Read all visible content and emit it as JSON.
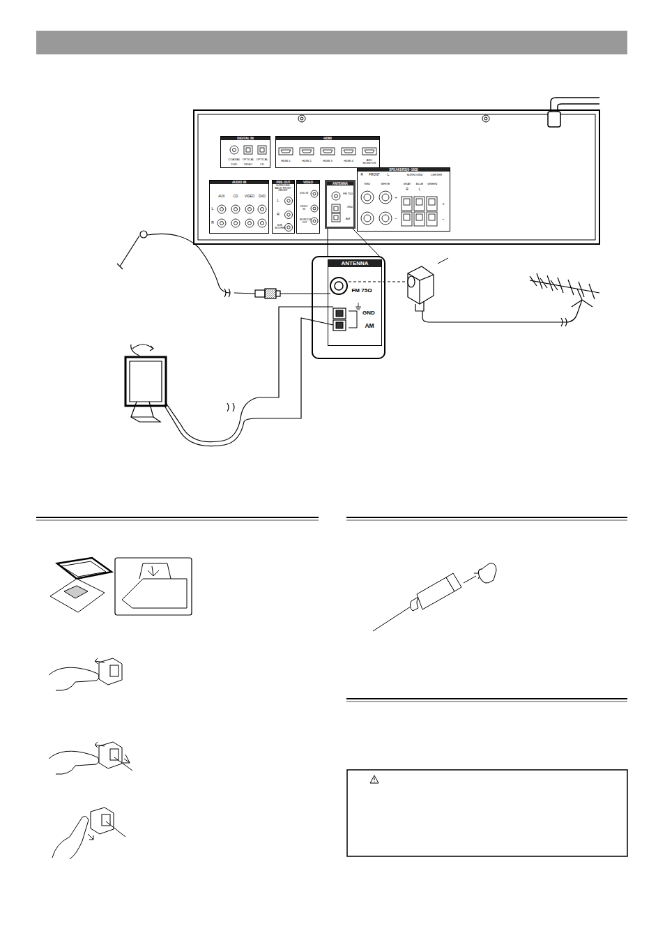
{
  "diagram": {
    "nodes": [
      {
        "text": [
          "DIGITAL IN"
        ]
      },
      {
        "text": [
          "HDMI"
        ]
      },
      {
        "text": [
          "AUDIO IN"
        ]
      },
      {
        "text": [
          "PRE OUT"
        ]
      },
      {
        "text": [
          "VIDEO"
        ]
      },
      {
        "text": [
          "ANTENNA"
        ]
      },
      {
        "text": [
          "SPEAKERS(6~16Ω)"
        ]
      },
      {
        "text": [
          "ANTENNA"
        ]
      }
    ],
    "labels": [
      "COAXIAL",
      "DVD",
      "OPTICAL",
      "VIDEO",
      "OPTICAL",
      "CD",
      "HDMI 1",
      "HDMI 2",
      "HDMI 3",
      "HDMI 4",
      "ARC MONITOR",
      "AUX",
      "CD",
      "VIDEO",
      "DVD",
      "L",
      "R",
      "SURROUND BACK/ FRONT HEIGHT",
      "L",
      "R",
      "SUB WOOFER",
      "DVD IN",
      "VIDEO IN",
      "MONITOR OUT",
      "FM 75Ω",
      "GND",
      "AM",
      "R",
      "FRONT",
      "L",
      "RED",
      "WHITE",
      "+",
      "−",
      "SURROUND",
      "GRAY",
      "BLUE",
      "R",
      "L",
      "CENTER",
      "GREEN",
      "+",
      "−",
      "FM 75Ω",
      "GND",
      "AM"
    ]
  }
}
